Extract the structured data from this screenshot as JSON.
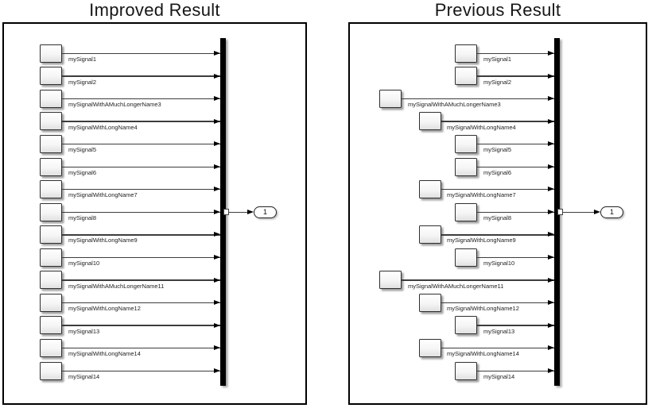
{
  "panels": [
    {
      "key": "improved",
      "title": "Improved Result",
      "layout": "aligned",
      "output_label": "1"
    },
    {
      "key": "previous",
      "title": "Previous Result",
      "layout": "staggered",
      "output_label": "1"
    }
  ],
  "signals": [
    {
      "name": "mySignal1",
      "size": "short"
    },
    {
      "name": "mySignal2",
      "size": "short"
    },
    {
      "name": "mySignalWithAMuchLongerName3",
      "size": "extra"
    },
    {
      "name": "mySignalWithLongName4",
      "size": "long"
    },
    {
      "name": "mySignal5",
      "size": "short"
    },
    {
      "name": "mySignal6",
      "size": "short"
    },
    {
      "name": "mySignalWithLongName7",
      "size": "long"
    },
    {
      "name": "mySignal8",
      "size": "short",
      "output": true
    },
    {
      "name": "mySignalWithLongName9",
      "size": "long"
    },
    {
      "name": "mySignal10",
      "size": "short"
    },
    {
      "name": "mySignalWithAMuchLongerName11",
      "size": "extra"
    },
    {
      "name": "mySignalWithLongName12",
      "size": "long"
    },
    {
      "name": "mySignal13",
      "size": "short"
    },
    {
      "name": "mySignalWithLongName14",
      "size": "long"
    },
    {
      "name": "mySignal14",
      "size": "short"
    }
  ],
  "colors": {
    "background": "#ffffff",
    "panel_border": "#000000",
    "mux_bar": "#000000",
    "signal_line": "#3d3d3d",
    "block_border": "#2f2f2f",
    "label_text": "#1c1c1c"
  }
}
